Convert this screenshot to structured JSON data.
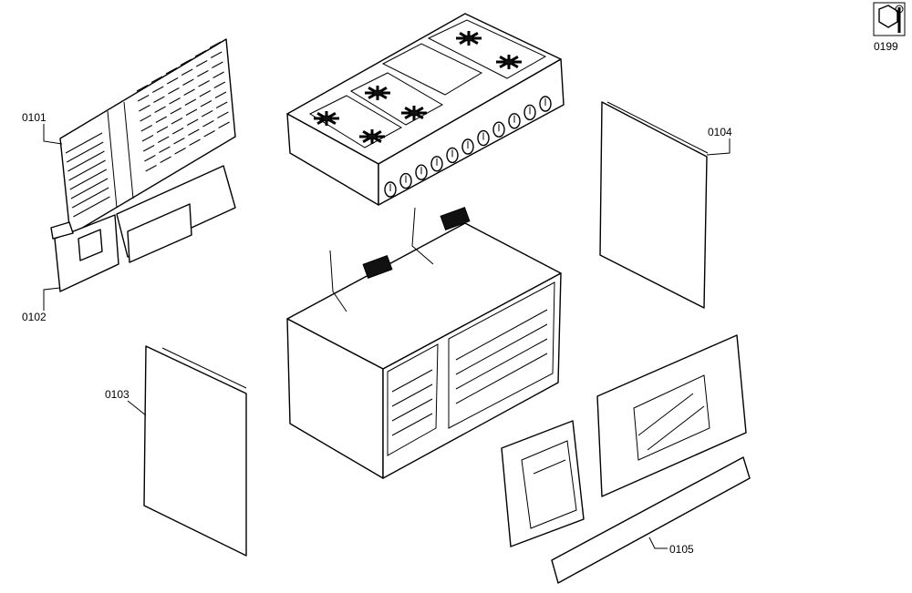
{
  "labels": {
    "l0101": "0101",
    "l0102": "0102",
    "l0103": "0103",
    "l0104": "0104",
    "l0105": "0105",
    "l0199": "0199"
  },
  "icons": {
    "service": "wrench-service-icon"
  }
}
